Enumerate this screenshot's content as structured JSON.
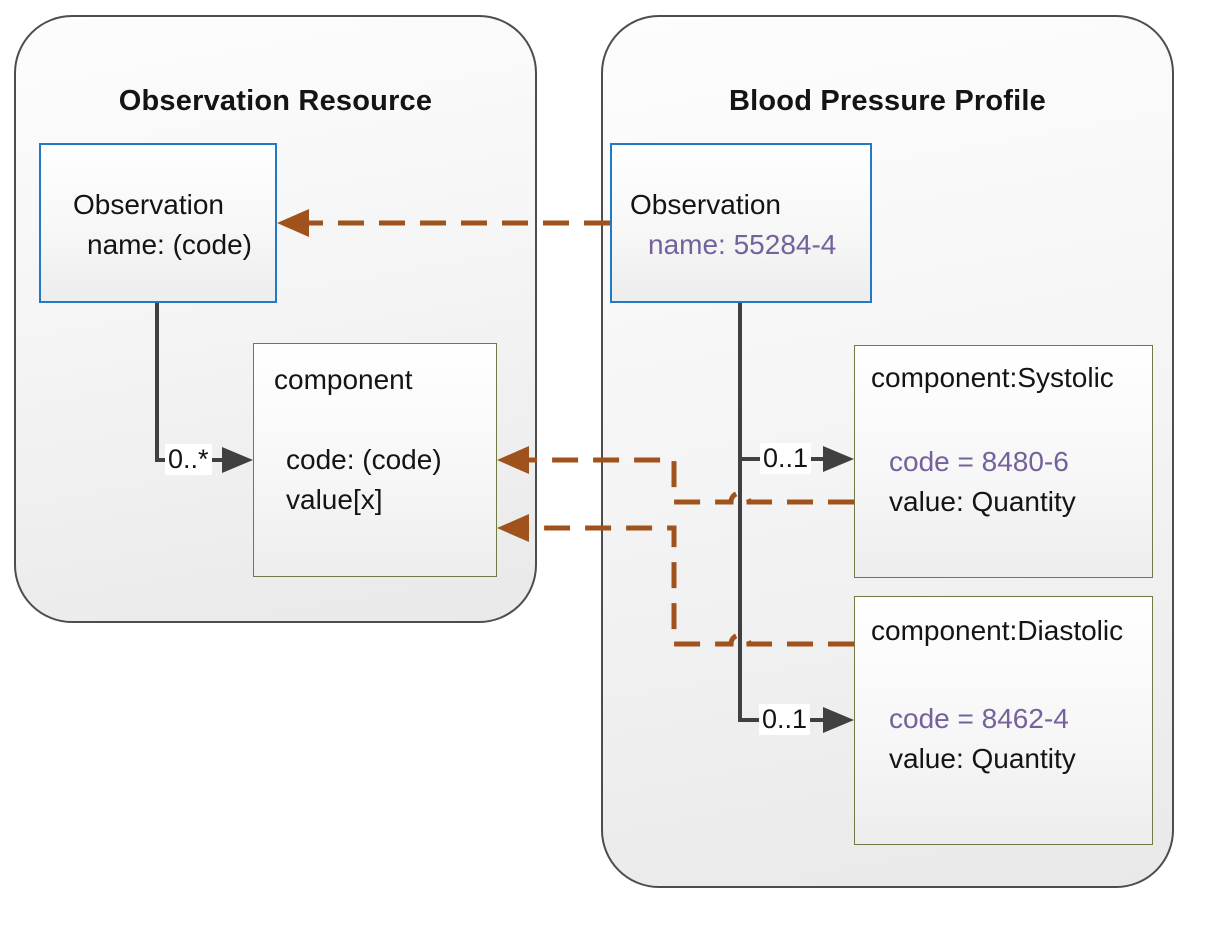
{
  "colors": {
    "connector_brown": "#A0521D",
    "code_purple": "#75619B",
    "box_blue": "#2279C4",
    "box_olive": "#6E7B44",
    "line_gray": "#404040",
    "panel_border": "#4D4D4D",
    "text_black": "#141414"
  },
  "left_panel": {
    "title": "Observation Resource",
    "observation_box": {
      "line1": "Observation",
      "line2": "name: (code)"
    },
    "component_box": {
      "title": "component",
      "attrs": [
        "code: (code)",
        "value[x]"
      ]
    },
    "multiplicity": "0..*"
  },
  "right_panel": {
    "title": "Blood Pressure Profile",
    "observation_box": {
      "line1": "Observation",
      "line2": "name: 55284-4"
    },
    "systolic_box": {
      "title": "component:Systolic",
      "code": "code = 8480-6",
      "value": "value: Quantity"
    },
    "diastolic_box": {
      "title": "component:Diastolic",
      "code": "code = 8462-4",
      "value": "value: Quantity"
    },
    "systolic_multiplicity": "0..1",
    "diastolic_multiplicity": "0..1"
  }
}
